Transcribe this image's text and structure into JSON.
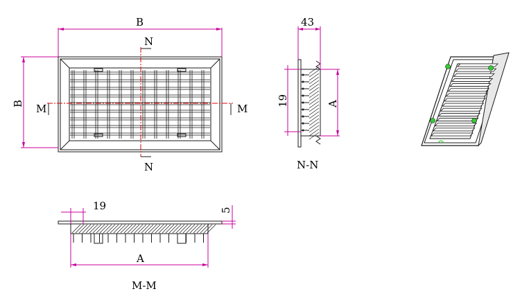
{
  "front_view": {
    "width_label": "B",
    "height_label": "B",
    "section_top": "N",
    "section_bottom": "N",
    "section_left": "M",
    "section_right": "M"
  },
  "side_view": {
    "depth_label": "43",
    "flange_label": "19",
    "height_label": "A",
    "caption": "N-N"
  },
  "bottom_view": {
    "flange_label": "19",
    "thickness_label": "5",
    "width_label": "A",
    "caption": "M-M"
  },
  "colors": {
    "dimension": "#c8009a",
    "section_line": "#e00000",
    "outline": "#1a1a1a",
    "clip_highlight": "#33cc33"
  }
}
